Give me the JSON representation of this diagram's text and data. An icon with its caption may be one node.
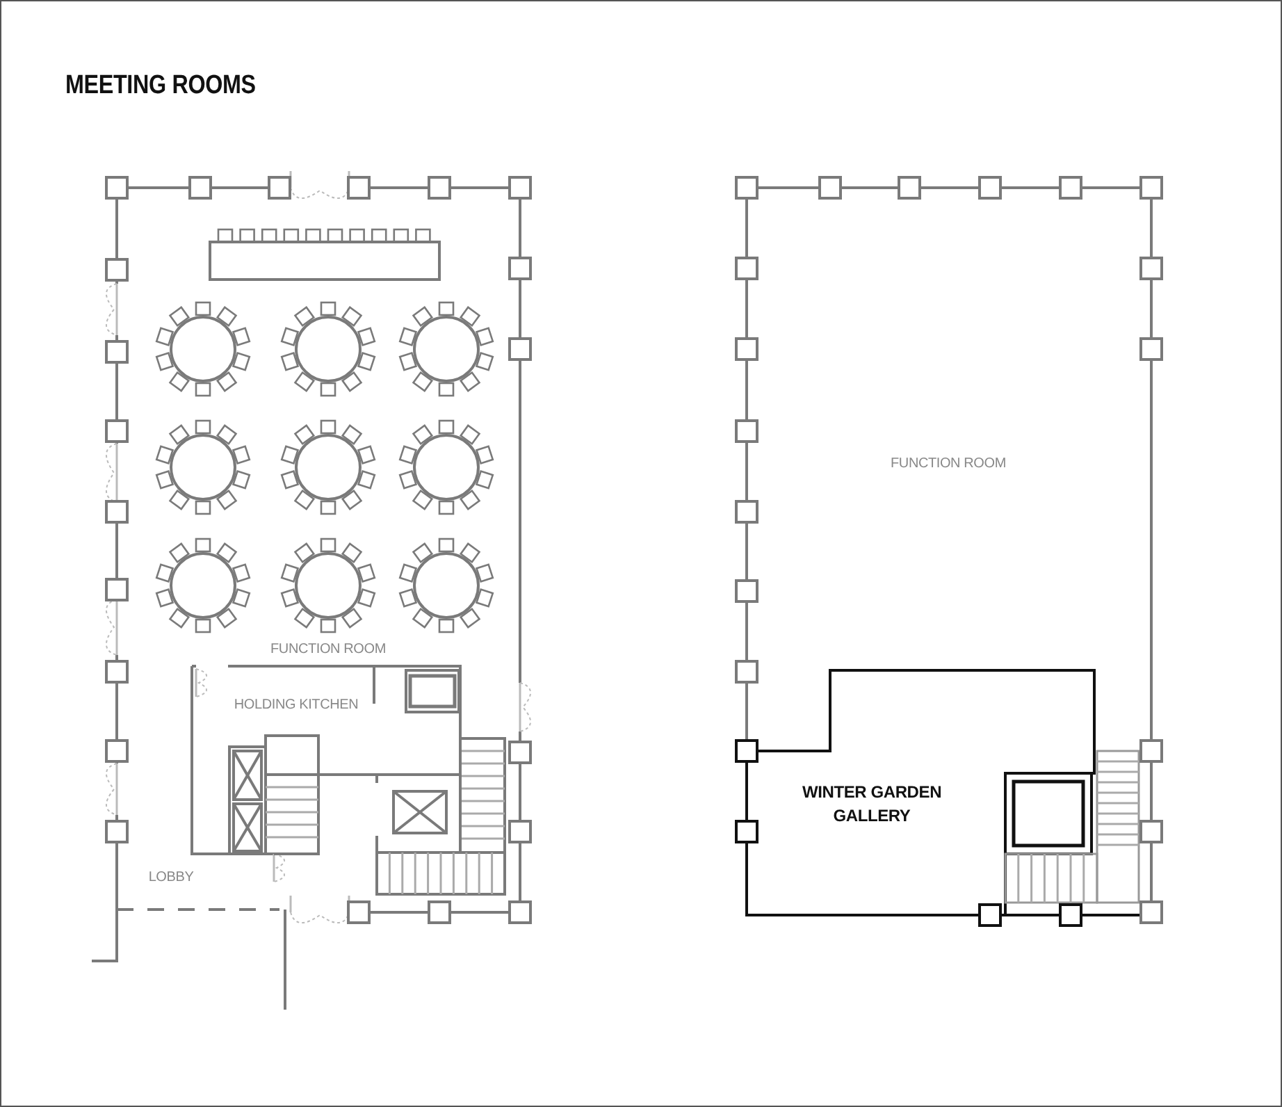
{
  "diagram": {
    "title": "MEETING ROOMS",
    "nodes": [
      {
        "text": [
          "FUNCTION ROOM"
        ]
      },
      {
        "text": [
          "WINTER GARDEN GALLERY"
        ],
        "in": 0
      }
    ],
    "labels": [
      "FUNCTION ROOM",
      "HOLDING KITCHEN",
      "LOBBY"
    ]
  }
}
